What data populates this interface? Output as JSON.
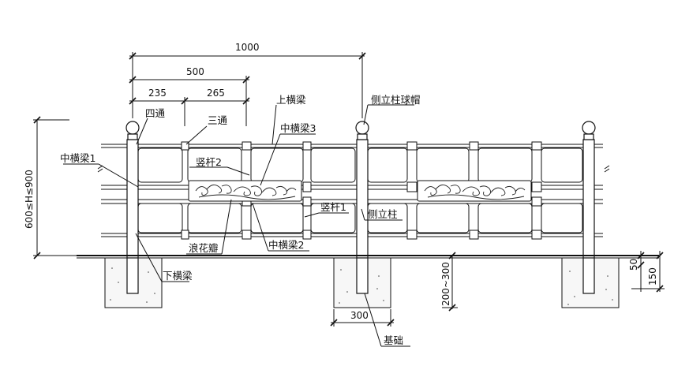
{
  "dimensions": {
    "total_width": "1000",
    "half_width": "500",
    "four_way_spacing": "235",
    "three_way_spacing": "265",
    "height_range": "600≤H≤900",
    "foundation_width": "300",
    "foundation_depth": "200~300",
    "ground_offset": "50",
    "foundation_height": "150"
  },
  "labels": {
    "four_way": "四通",
    "three_way": "三通",
    "upper_beam": "上横梁",
    "side_post_cap": "侧立柱球帽",
    "middle_beam_3": "中横梁3",
    "middle_beam_1": "中横梁1",
    "vertical_bar_2": "竖杆2",
    "vertical_bar_1": "竖杆1",
    "side_post": "侧立柱",
    "wave_flower": "浪花瓣",
    "middle_beam_2": "中横梁2",
    "lower_beam": "下横梁",
    "foundation": "基础"
  }
}
